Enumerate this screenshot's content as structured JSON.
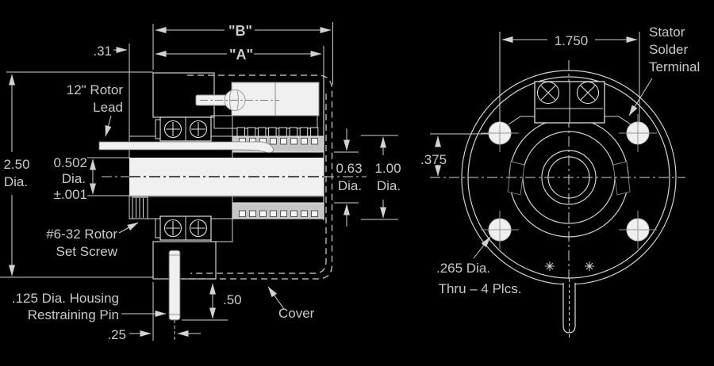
{
  "drawing_type": "mechanical-engineering-cross-section-and-front-view",
  "colors": {
    "background": "#000000",
    "line": "#d2d2d2",
    "text": "#c9c9c9",
    "white_fill": "#f0f0f0",
    "gray_fill": "#c6c6c6"
  },
  "section_view": {
    "dim_b": "\"B\"",
    "dim_a": "\"A\"",
    "dim_31": ".31",
    "rotor_lead": {
      "line1": "12\" Rotor",
      "line2": "Lead"
    },
    "dia_250": {
      "line1": "2.50",
      "line2": "Dia."
    },
    "dia_0502": {
      "line1": "0.502",
      "line2": "Dia.",
      "line3": "±.001"
    },
    "set_screw": {
      "line1": "#6-32 Rotor",
      "line2": "Set Screw"
    },
    "housing_pin": {
      "line1": ".125 Dia. Housing",
      "line2": "Restraining Pin"
    },
    "dim_25": ".25",
    "dim_50": ".50",
    "cover": "Cover",
    "dia_063": {
      "line1": "0.63",
      "line2": "Dia."
    },
    "dia_100": {
      "line1": "1.00",
      "line2": "Dia."
    }
  },
  "front_view": {
    "dim_1750": "1.750",
    "stator_terminal": {
      "line1": "Stator",
      "line2": "Solder",
      "line3": "Terminal"
    },
    "dim_375": ".375",
    "holes": {
      "line1": ".265 Dia.",
      "line2": "Thru – 4 Plcs."
    }
  }
}
